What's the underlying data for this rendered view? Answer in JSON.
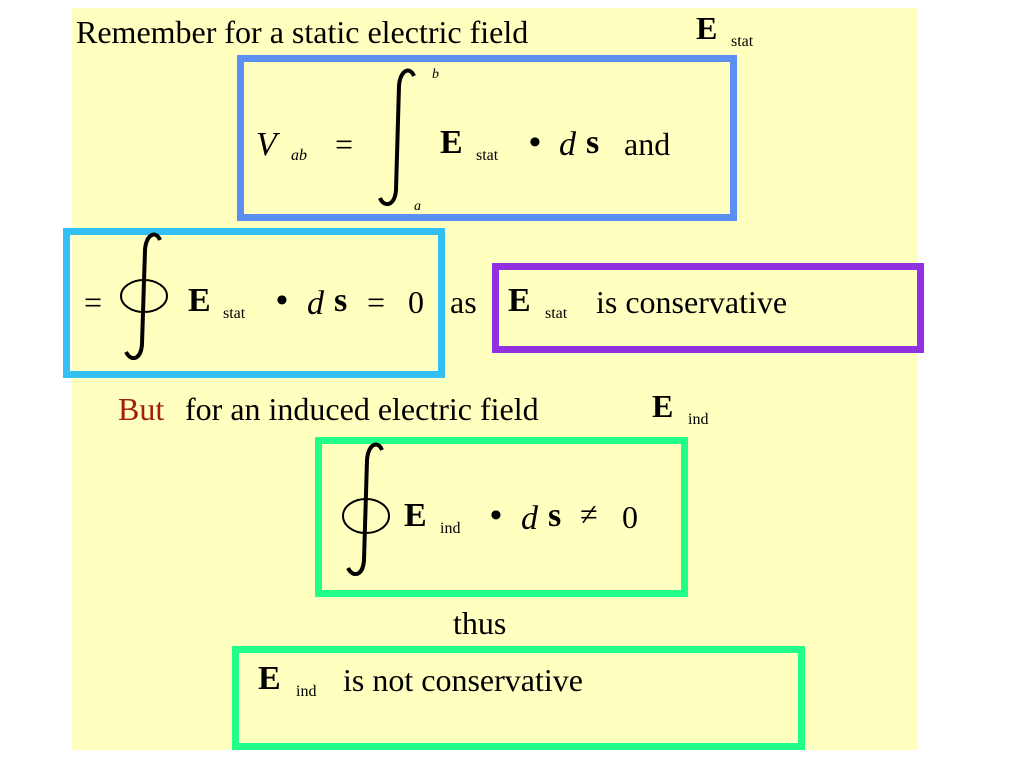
{
  "colors": {
    "slide_background": "#ffffc0",
    "box_potential": "#5b8ff0",
    "box_closed_loop": "#33c0f5",
    "box_conservative": "#9030e0",
    "box_induced": "#22ff88",
    "highlight_word": "#a0200a"
  },
  "line1": {
    "text": "Remember for a static electric field",
    "symbol": "E",
    "subscript": "stat"
  },
  "eq1": {
    "lhs": "V",
    "lhs_sub": "ab",
    "equals": "=",
    "upper_limit": "b",
    "lower_limit": "a",
    "field": "E",
    "field_sub": "stat",
    "dot": "•",
    "d": "d",
    "s": "s",
    "conj": "and"
  },
  "eq2": {
    "equals": "=",
    "field": "E",
    "field_sub": "stat",
    "dot": "•",
    "d": "d",
    "s": "s",
    "equals2": "=",
    "zero": "0",
    "as": "as"
  },
  "conservative": {
    "field": "E",
    "field_sub": "stat",
    "text": "is conservative"
  },
  "line2": {
    "highlight": "But",
    "text": "for an induced electric field",
    "symbol": "E",
    "subscript": "ind"
  },
  "eq3": {
    "field": "E",
    "field_sub": "ind",
    "dot": "•",
    "d": "d",
    "s": "s",
    "neq": "≠",
    "zero": "0"
  },
  "thus": "thus",
  "conclusion": {
    "field": "E",
    "field_sub": "ind",
    "text": "is not conservative"
  }
}
